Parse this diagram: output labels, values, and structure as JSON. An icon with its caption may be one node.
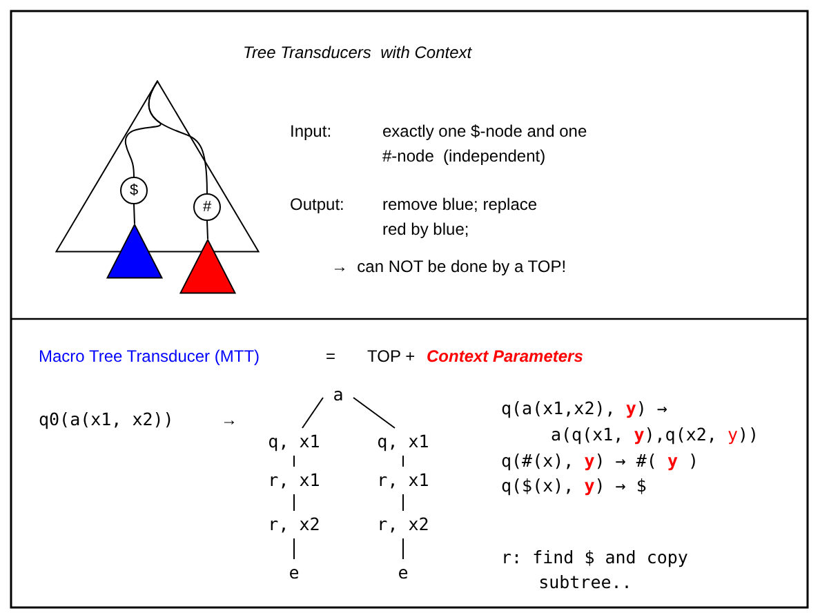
{
  "diagram": {
    "title": "Tree Transducers  with Context",
    "nodes": [
      {
        "text": [],
        "shape": "triangle"
      },
      {
        "text": [
          "$"
        ],
        "in": 0
      },
      {
        "text": [
          "#"
        ],
        "in": 0
      },
      {
        "text": [],
        "shape": "triangle"
      },
      {
        "text": [],
        "shape": "triangle"
      },
      {
        "text": [
          "a"
        ]
      },
      {
        "text": [
          "q, x1"
        ]
      },
      {
        "text": [
          "r, x1"
        ]
      },
      {
        "text": [
          "r, x2"
        ]
      },
      {
        "text": [
          "e"
        ]
      },
      {
        "text": [
          "q, x1"
        ]
      },
      {
        "text": [
          "r, x1"
        ]
      },
      {
        "text": [
          "r, x2"
        ]
      },
      {
        "text": [
          "e"
        ]
      }
    ],
    "edges": [
      {
        "from": 0,
        "to": 1,
        "arrow": "none"
      },
      {
        "from": 0,
        "to": 2,
        "arrow": "none"
      },
      {
        "from": 1,
        "to": 3,
        "arrow": "none"
      },
      {
        "from": 2,
        "to": 4,
        "arrow": "none"
      },
      {
        "from": 5,
        "to": 6,
        "arrow": "none"
      },
      {
        "from": 6,
        "to": 7,
        "arrow": "none"
      },
      {
        "from": 7,
        "to": 8,
        "arrow": "none"
      },
      {
        "from": 8,
        "to": 9,
        "arrow": "none"
      },
      {
        "from": 5,
        "to": 10,
        "arrow": "none"
      },
      {
        "from": 10,
        "to": 11,
        "arrow": "none"
      },
      {
        "from": 11,
        "to": 12,
        "arrow": "none"
      },
      {
        "from": 12,
        "to": 13,
        "arrow": "none"
      }
    ],
    "labels": [
      "Input:",
      "exactly one $-node and one  #-node  (independent)",
      "Output:",
      "remove blue; replace red by blue;",
      "→  can NOT be done by a TOP!",
      "Macro Tree Transducer (MTT)",
      "=",
      "TOP +",
      "Context Parameters",
      "q0(a(x1, x2))",
      "→",
      "q(a(x1,x2), **y**) →",
      "a(q(x1, **y**),q(x2, *y*))",
      "q(#(x), **y**) → #( **y** )",
      "q($(x), **y**) → $",
      "r: find $ and copy subtree.."
    ]
  }
}
